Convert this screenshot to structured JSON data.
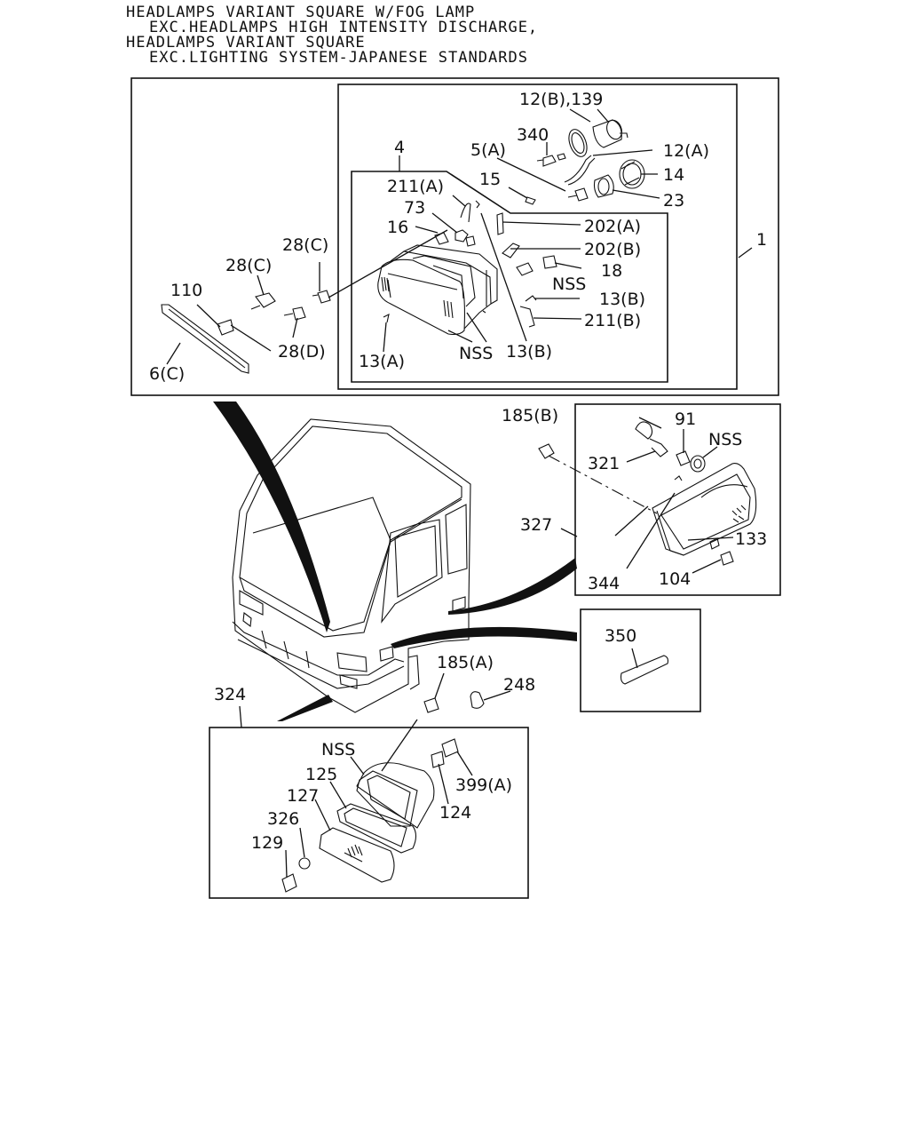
{
  "header": {
    "lines": [
      "HEADLAMPS VARIANT SQUARE W/FOG LAMP",
      "EXC.HEADLAMPS HIGH INTENSITY DISCHARGE,",
      "HEADLAMPS VARIANT SQUARE",
      "EXC.LIGHTING SYSTEM-JAPANESE STANDARDS"
    ]
  },
  "callouts": {
    "c12b139": "12(B),139",
    "c340": "340",
    "c5a": "5(A)",
    "c12a": "12(A)",
    "c14": "14",
    "c23": "23",
    "c15": "15",
    "c4": "4",
    "c211a": "211(A)",
    "c73": "73",
    "c16": "16",
    "c202a": "202(A)",
    "c202b": "202(B)",
    "c18": "18",
    "cnss1": "NSS",
    "c13b1": "13(B)",
    "c211b": "211(B)",
    "c1": "1",
    "c28c1": "28(C)",
    "c28c2": "28(C)",
    "c110": "110",
    "c28d": "28(D)",
    "c6c": "6(C)",
    "c13a": "13(A)",
    "cnss2": "NSS",
    "c13b2": "13(B)",
    "c185b": "185(B)",
    "c91": "91",
    "cnss3": "NSS",
    "c321": "321",
    "c327": "327",
    "c133": "133",
    "c344": "344",
    "c104": "104",
    "c350": "350",
    "c185a": "185(A)",
    "c248": "248",
    "c324": "324",
    "cnss4": "NSS",
    "c125": "125",
    "c127": "127",
    "c326": "326",
    "c129": "129",
    "c399a": "399(A)",
    "c124": "124"
  }
}
